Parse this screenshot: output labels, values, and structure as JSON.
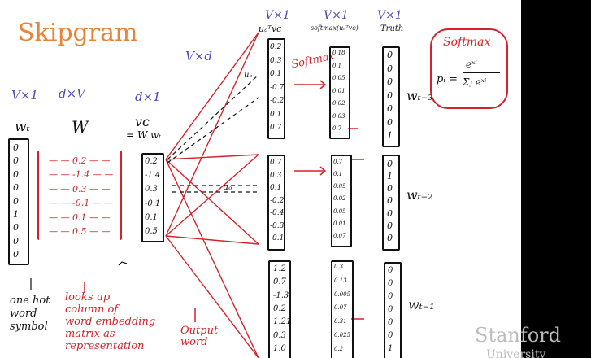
{
  "title": "Skipgram",
  "dims": {
    "v1_left": "V×1",
    "dv": "d×V",
    "d1": "d×1",
    "vd": "V×d",
    "v1_a": "V×1",
    "v1_b": "V×1",
    "v1_c": "V×1"
  },
  "labels": {
    "wt": "wₜ",
    "W": "W",
    "vc": "vᴄ",
    "vc_eq": "= W wₜ",
    "uo": "uₒ",
    "uo_mid": "uₒ",
    "col_a_head": "uₒᵀvᴄ",
    "col_b_head": "softmax(uₒᵀvᴄ)",
    "col_c_head": "Truth",
    "softmax_arrow": "Softmax",
    "w_t3": "wₜ₋₃",
    "w_t2": "wₜ₋₂",
    "w_t1": "wₜ₋₁"
  },
  "softmax_box": {
    "title": "Softmax",
    "formula_lhs": "pᵢ =",
    "numerator": "eˣⁱ",
    "denominator": "Σⱼ eˣⁱ"
  },
  "notes": {
    "one_hot": [
      "one hot",
      "word",
      "symbol"
    ],
    "looks_up": [
      "looks up",
      "column of",
      "word embedding",
      "matrix as",
      "representation"
    ],
    "output": [
      "Output",
      "word"
    ]
  },
  "onehot_vector": [
    "0",
    "0",
    "0",
    "0",
    "0",
    "1",
    "0",
    "0",
    "0"
  ],
  "W_column": [
    "0.2",
    "-1.4",
    "0.3",
    "-0.1",
    "0.1",
    "0.5"
  ],
  "vc_vector": [
    "0.2",
    "-1.4",
    "0.3",
    "-0.1",
    "0.1",
    "0.5"
  ],
  "block1": {
    "scores": [
      "0.2",
      "0.3",
      "0.1",
      "-0.7",
      "-0.2",
      "0.1",
      "0.7"
    ],
    "probs": [
      "0.18",
      "0.1",
      "0.05",
      "0.01",
      "0.02",
      "0.03",
      "0.7"
    ],
    "truth": [
      "0",
      "0",
      "0",
      "0",
      "0",
      "0",
      "1"
    ]
  },
  "block2": {
    "scores": [
      "0.7",
      "0.3",
      "0.1",
      "-0.2",
      "-0.4",
      "-0.3",
      "-0.1"
    ],
    "probs": [
      "0.7",
      "0.1",
      "0.05",
      "0.02",
      "0.05",
      "0.01",
      "0.07"
    ],
    "truth": [
      "0",
      "1",
      "0",
      "0",
      "0",
      "0",
      "0"
    ]
  },
  "block3": {
    "scores": [
      "1.2",
      "0.7",
      "-1.3",
      "0.2",
      "1.21",
      "0.3",
      "1.0"
    ],
    "probs": [
      "0.3",
      "0.13",
      "0.005",
      "0.07",
      "0.31",
      "0.025",
      "0.2"
    ],
    "truth": [
      "0",
      "0",
      "0",
      "0",
      "0",
      "0",
      "1"
    ]
  },
  "logo": {
    "main": "Stanford",
    "sub": "University"
  }
}
